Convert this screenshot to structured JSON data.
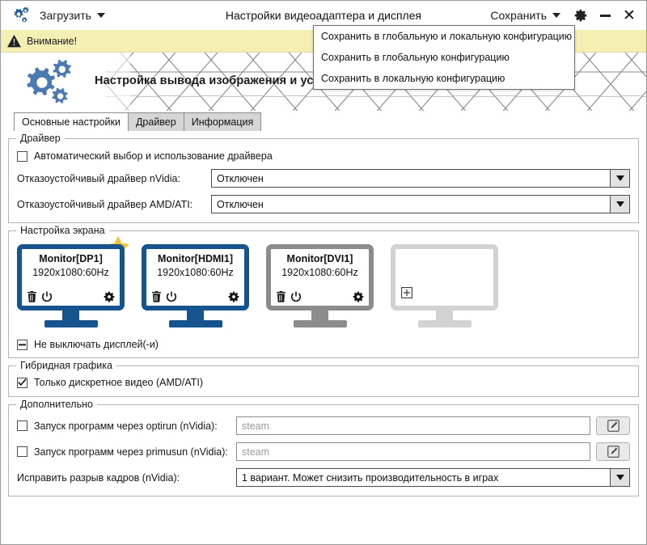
{
  "titlebar": {
    "app_icon": "gears-icon",
    "load_button": "Загрузить",
    "title": "Настройки видеоадаптера и дисплея",
    "save_button": "Сохранить",
    "settings_icon": "gear-icon",
    "minimize_icon": "minimize-icon",
    "close_icon": "close-icon"
  },
  "save_menu": {
    "items": [
      "Сохранить в глобальную и локальную конфигурацию",
      "Сохранить в глобальную конфигурацию",
      "Сохранить в локальную конфигурацию"
    ]
  },
  "warning": {
    "icon": "warning-triangle-icon",
    "text": "Внимание!",
    "background": "#f4f0b4"
  },
  "banner": {
    "logo": "gears-logo-icon",
    "title": "Настройка вывода изображения и установка драйвера видеокарты"
  },
  "tabs": [
    {
      "label": "Основные настройки",
      "active": true
    },
    {
      "label": "Драйвер",
      "active": false
    },
    {
      "label": "Информация",
      "active": false
    }
  ],
  "driver_group": {
    "legend": "Драйвер",
    "auto_checkbox": {
      "label": "Автоматический выбор и использование драйвера",
      "state": "unchecked"
    },
    "nvidia": {
      "label": "Отказоустойчивый драйвер nVidia:",
      "value": "Отключен"
    },
    "amd": {
      "label": "Отказоустойчивый драйвер AMD/ATI:",
      "value": "Отключен"
    }
  },
  "screen_group": {
    "legend": "Настройка экрана",
    "monitors": [
      {
        "name": "Monitor[DP1]",
        "resolution": "1920x1080:60Hz",
        "state": "active",
        "primary": true,
        "icons": [
          "trash-icon",
          "power-icon",
          "gear-icon"
        ],
        "color": "#15548f"
      },
      {
        "name": "Monitor[HDMI1]",
        "resolution": "1920x1080:60Hz",
        "state": "active",
        "primary": false,
        "icons": [
          "trash-icon",
          "power-icon",
          "gear-icon"
        ],
        "color": "#15548f"
      },
      {
        "name": "Monitor[DVI1]",
        "resolution": "1920x1080:60Hz",
        "state": "disabled",
        "primary": false,
        "icons": [
          "trash-icon",
          "power-icon",
          "gear-icon"
        ],
        "color": "#8c8c8c"
      },
      {
        "name": "",
        "resolution": "",
        "state": "empty",
        "primary": false,
        "icons": [
          "plus-box-icon"
        ],
        "color": "#d2d2d2"
      }
    ],
    "no_off_checkbox": {
      "label": "Не выключать дисплей(-и)",
      "state": "indeterminate"
    }
  },
  "hybrid_group": {
    "legend": "Гибридная графика",
    "discrete_checkbox": {
      "label": "Только дискретное видео (AMD/ATI)",
      "state": "checked"
    }
  },
  "extra_group": {
    "legend": "Дополнительно",
    "optirun": {
      "label": "Запуск программ через optirun (nVidia):",
      "state": "unchecked",
      "placeholder": "steam",
      "edit_icon": "edit-pencil-icon"
    },
    "primusun": {
      "label": "Запуск программ через primusun (nVidia):",
      "state": "unchecked",
      "placeholder": "steam",
      "edit_icon": "edit-pencil-icon"
    },
    "tearing": {
      "label": "Исправить разрыв кадров (nVidia):",
      "value": "1 вариант. Может снизить производительность в играх"
    }
  }
}
